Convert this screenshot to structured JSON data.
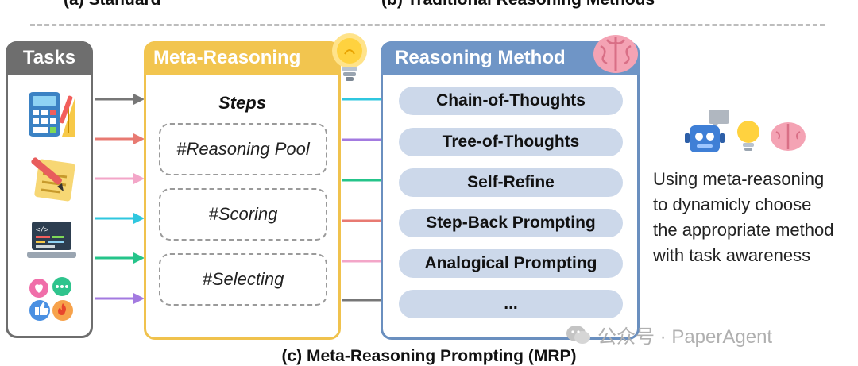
{
  "top_labels": {
    "a": "(a) Standard",
    "b": "(b) Traditional Reasoning Methods"
  },
  "tasks": {
    "title": "Tasks",
    "icons": [
      "calculator-ruler-icon",
      "pencil-notes-icon",
      "laptop-code-icon",
      "social-reactions-icon"
    ]
  },
  "meta": {
    "title": "Meta-Reasoning",
    "steps_title": "Steps",
    "steps": [
      "#Reasoning Pool",
      "#Scoring",
      "#Selecting"
    ],
    "icon": "lightbulb-icon"
  },
  "method": {
    "title": "Reasoning Method",
    "icon": "brain-icon",
    "items": [
      "Chain-of-Thoughts",
      "Tree-of-Thoughts",
      "Self-Refine",
      "Step-Back Prompting",
      "Analogical Prompting",
      "..."
    ]
  },
  "colors": {
    "tasks": "#6e6e6e",
    "meta": "#f2c54f",
    "method": "#6f95c6",
    "pill": "#ccd8ea",
    "arrows": [
      "#777777",
      "#e87a72",
      "#f3a6c8",
      "#2fc7df",
      "#25c48a",
      "#a37ae0"
    ],
    "method_arrows": [
      "#2fc7df",
      "#a37ae0",
      "#25c48a",
      "#e87a72",
      "#f3a6c8",
      "#777777"
    ]
  },
  "side": {
    "icons": [
      "robot-icon",
      "lightbulb-icon",
      "brain-icon"
    ],
    "text_lines": [
      "Using meta-reasoning",
      "to dynamicly choose",
      "the appropriate method",
      "with task awareness"
    ]
  },
  "watermark": {
    "icon": "wechat-icon",
    "text": "公众号 · PaperAgent"
  },
  "caption": "(c) Meta-Reasoning Prompting (MRP)"
}
